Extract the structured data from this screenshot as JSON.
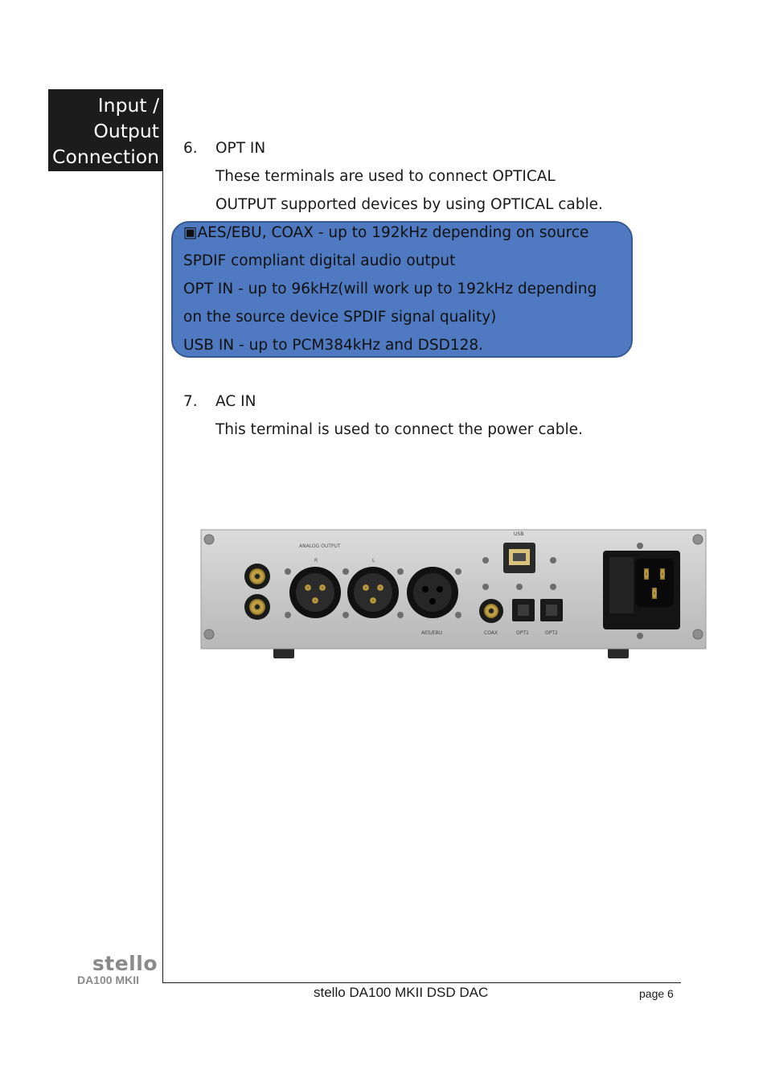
{
  "section": {
    "title_lines": [
      "Input /",
      "Output",
      "Connection"
    ]
  },
  "items": [
    {
      "number": "6.",
      "heading": "OPT IN",
      "lines": [
        "These terminals are used to connect OPTICAL",
        "OUTPUT supported devices by using OPTICAL cable."
      ]
    },
    {
      "number": "7.",
      "heading": "AC IN",
      "lines": [
        "This terminal is used to connect the power cable."
      ]
    }
  ],
  "note": {
    "background_color": "#4f79c0",
    "lines": [
      "▣AES/EBU, COAX - up to 192kHz depending on source",
      "SPDIF compliant digital audio output",
      "OPT IN - up to 96kHz(will work up to 192kHz depending",
      "on the source device SPDIF signal quality)",
      "USB IN - up to PCM384kHz and DSD128."
    ]
  },
  "rear_panel": {
    "labels": {
      "analog_output": "ANALOG OUTPUT",
      "right": "R",
      "left": "L",
      "usb": "USB",
      "aes_ebu": "AES/EBU",
      "coax": "COAX",
      "opt1": "OPT1",
      "opt2": "OPT2"
    }
  },
  "logo": {
    "brand": "stello",
    "model": "DA100 MKII"
  },
  "footer": {
    "title": "stello DA100 MKII DSD DAC",
    "page": "page 6"
  }
}
